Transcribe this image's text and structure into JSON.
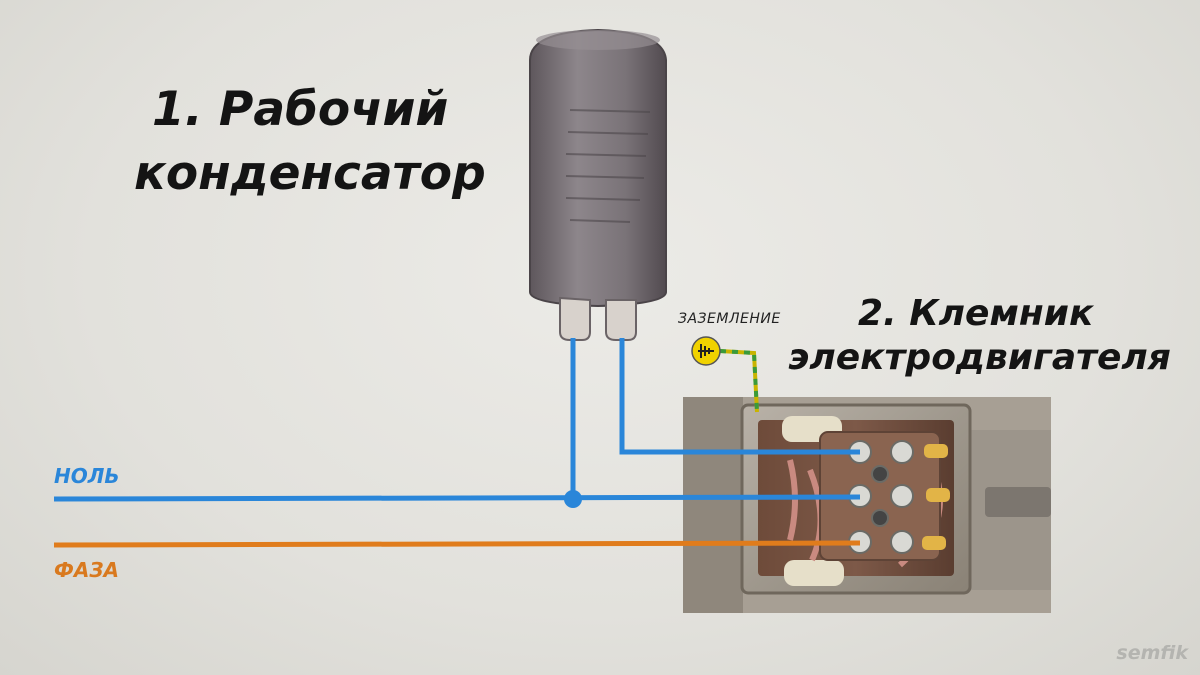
{
  "titles": {
    "capacitor_line1": "1. Рабочий",
    "capacitor_line2": "конденсатор",
    "terminal_line1": "2. Клемник",
    "terminal_line2": "электродвигателя"
  },
  "labels": {
    "neutral": "НОЛЬ",
    "phase": "ФАЗА",
    "ground": "ЗАЗЕМЛЕНИЕ"
  },
  "watermark": "semfik",
  "colors": {
    "neutral_wire": "#2a86d9",
    "phase_wire": "#e07c1c",
    "ground_wire": "#c9b400",
    "capacitor_body": "#7b7479",
    "neutral_text": "#2a86d9",
    "phase_text": "#d9791e"
  },
  "icons": {
    "ground_symbol": "ground-icon"
  }
}
